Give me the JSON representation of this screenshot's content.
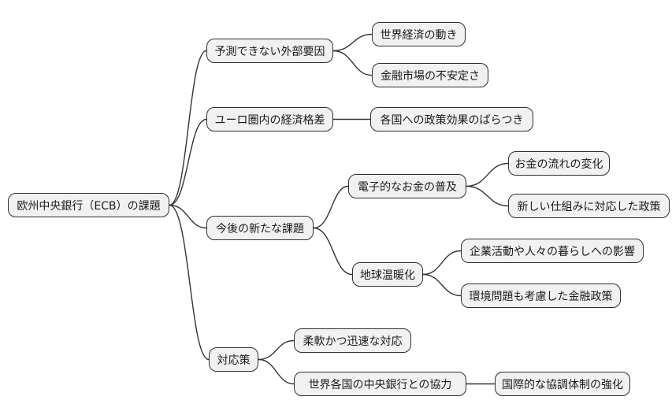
{
  "colors": {
    "background": "#ffffff",
    "node_fill": "#f1f1f1",
    "node_border": "#2f2f2f",
    "connector": "#333333",
    "text": "#1a1a1a"
  },
  "nodes": {
    "root": {
      "label": "欧州中央銀行（ECB）の課題"
    },
    "external_factors": {
      "label": "予測できない外部要因"
    },
    "world_economy": {
      "label": "世界経済の動き"
    },
    "market_instability": {
      "label": "金融市場の不安定さ"
    },
    "eurozone_disparity": {
      "label": "ユーロ圏内の経済格差"
    },
    "policy_effect_variation": {
      "label": "各国への政策効果のばらつき"
    },
    "new_challenges": {
      "label": "今後の新たな課題"
    },
    "digital_money": {
      "label": "電子的なお金の普及"
    },
    "money_flow_change": {
      "label": "お金の流れの変化"
    },
    "new_framework_policy": {
      "label": "新しい仕組みに対応した政策"
    },
    "global_warming": {
      "label": "地球温暖化"
    },
    "business_life_impact": {
      "label": "企業活動や人々の暮らしへの影響"
    },
    "eco_monetary_policy": {
      "label": "環境問題も考慮した金融政策"
    },
    "countermeasures": {
      "label": "対応策"
    },
    "flexible_response": {
      "label": "柔軟かつ迅速な対応"
    },
    "central_bank_cooperation": {
      "label": "世界各国の中央銀行との協力"
    },
    "international_coordination": {
      "label": "国際的な協調体制の強化"
    }
  },
  "edges": [
    [
      "root",
      "external_factors"
    ],
    [
      "root",
      "eurozone_disparity"
    ],
    [
      "root",
      "new_challenges"
    ],
    [
      "root",
      "countermeasures"
    ],
    [
      "external_factors",
      "world_economy"
    ],
    [
      "external_factors",
      "market_instability"
    ],
    [
      "eurozone_disparity",
      "policy_effect_variation"
    ],
    [
      "new_challenges",
      "digital_money"
    ],
    [
      "new_challenges",
      "global_warming"
    ],
    [
      "digital_money",
      "money_flow_change"
    ],
    [
      "digital_money",
      "new_framework_policy"
    ],
    [
      "global_warming",
      "business_life_impact"
    ],
    [
      "global_warming",
      "eco_monetary_policy"
    ],
    [
      "countermeasures",
      "flexible_response"
    ],
    [
      "countermeasures",
      "central_bank_cooperation"
    ],
    [
      "central_bank_cooperation",
      "international_coordination"
    ]
  ]
}
